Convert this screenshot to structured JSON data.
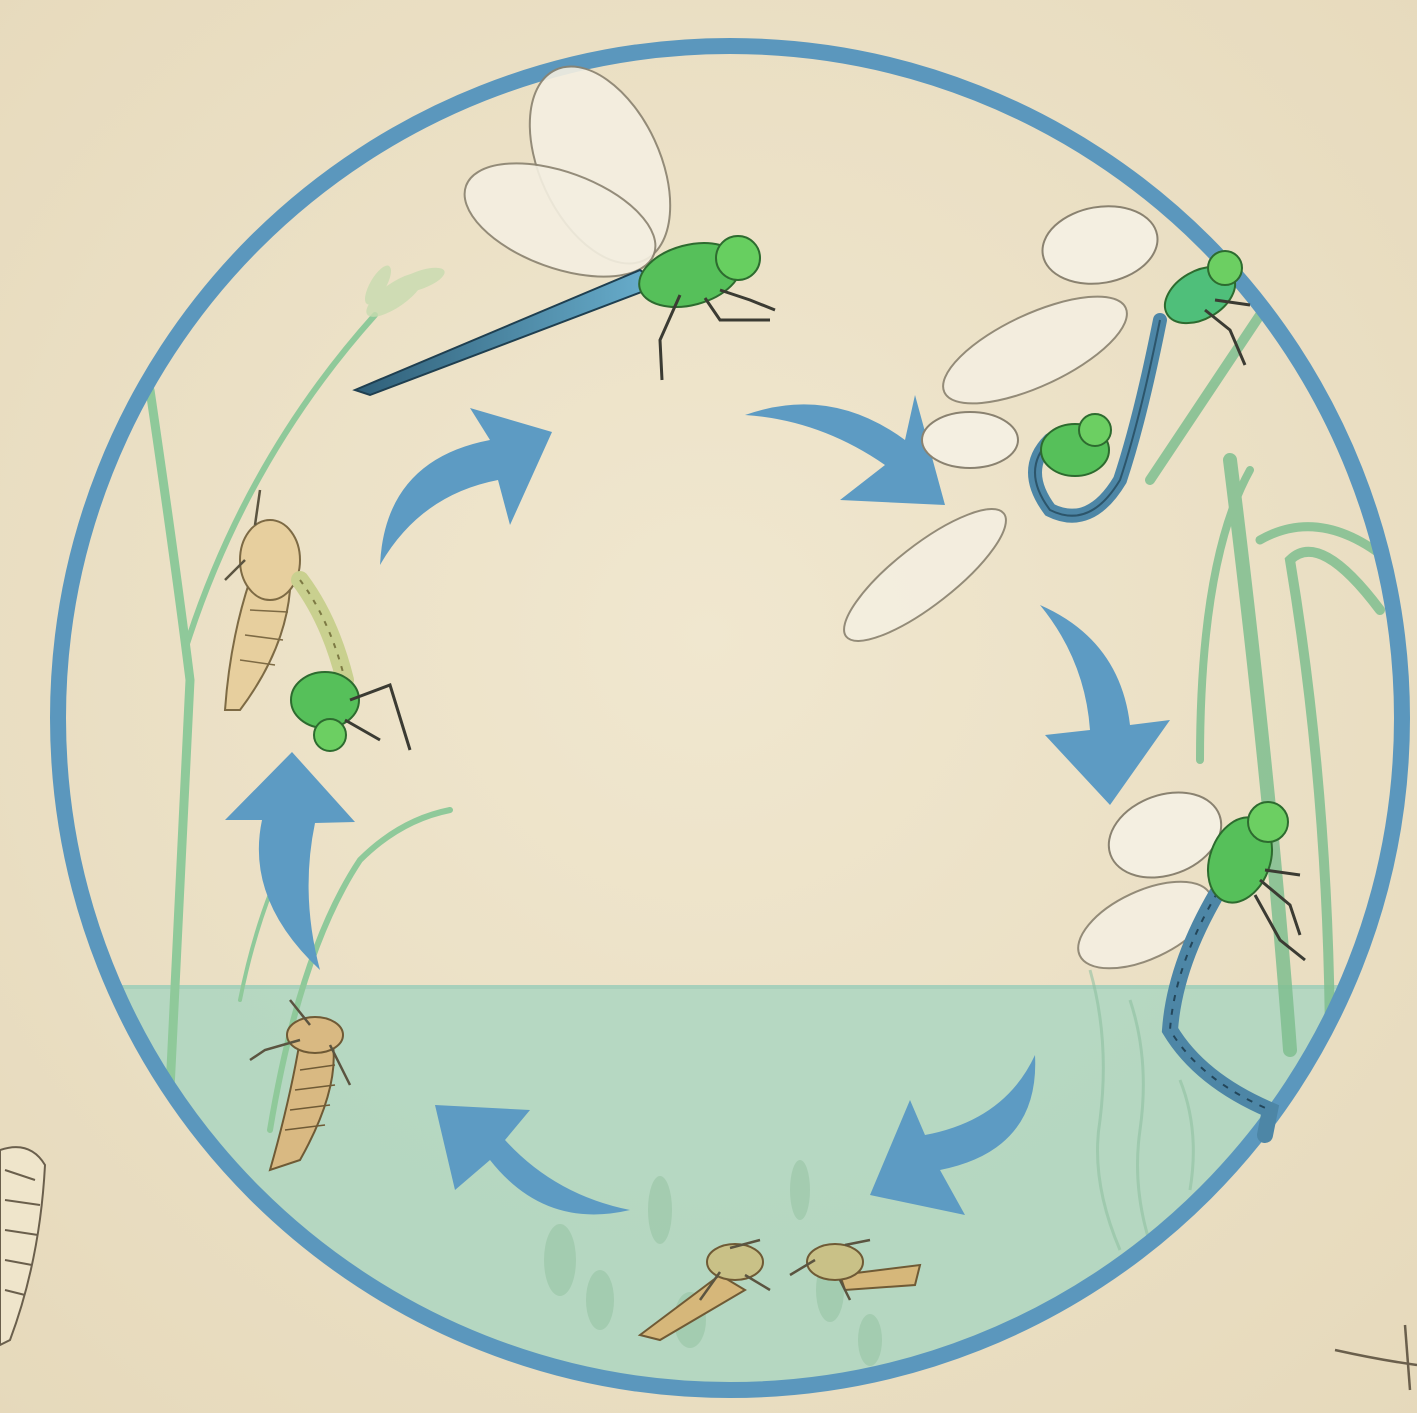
{
  "diagram": {
    "colors": {
      "background": "#ece1c5",
      "ring": "#5b97bd",
      "arrow": "#5d9bc3",
      "water": "#a9d6c1",
      "reed": "#8fc99a",
      "wing": "#f4efe1",
      "thorax_green": "#56c05a",
      "abdomen_blue": "#4d86a6",
      "exuvia": "#d9b982"
    },
    "stages": [
      {
        "id": "adult-flying",
        "icon": "flying-dragonfly-icon"
      },
      {
        "id": "mating",
        "icon": "mating-pair-icon"
      },
      {
        "id": "egg-laying",
        "icon": "ovipositing-dragonfly-icon"
      },
      {
        "id": "aquatic-nymphs",
        "icon": "nymph-icon"
      },
      {
        "id": "nymph-climbing",
        "icon": "climbing-nymph-icon"
      },
      {
        "id": "emergence",
        "icon": "emerging-dragonfly-icon"
      }
    ],
    "arrows": [
      {
        "from": "adult-flying",
        "to": "mating"
      },
      {
        "from": "mating",
        "to": "egg-laying"
      },
      {
        "from": "egg-laying",
        "to": "aquatic-nymphs"
      },
      {
        "from": "aquatic-nymphs",
        "to": "nymph-climbing"
      },
      {
        "from": "nymph-climbing",
        "to": "emergence"
      },
      {
        "from": "emergence",
        "to": "adult-flying"
      }
    ]
  }
}
